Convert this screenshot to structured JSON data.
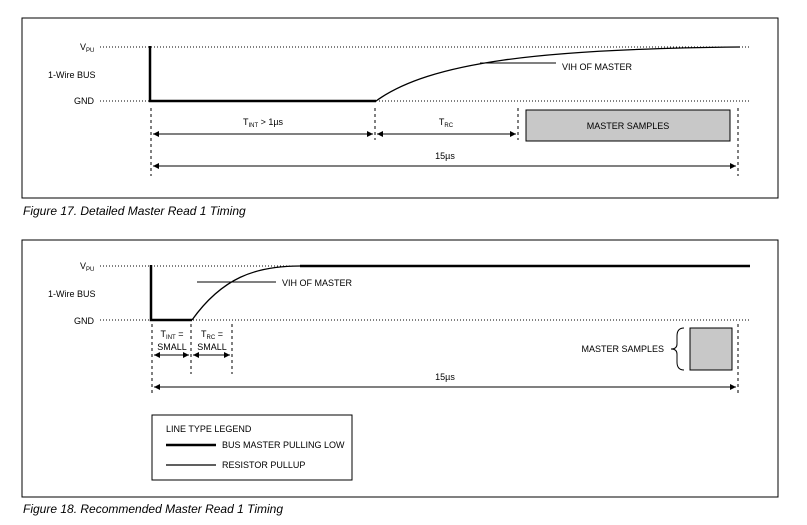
{
  "figure17": {
    "caption": "Figure 17. Detailed Master Read 1 Timing",
    "labels": {
      "vpu_main": "V",
      "vpu_sub": "PU",
      "bus": "1-Wire BUS",
      "gnd": "GND",
      "vih": "VIH OF MASTER",
      "tint_main": "T",
      "tint_sub": "INT",
      "tint_rest": " > 1µs",
      "trc_main": "T",
      "trc_sub": "RC",
      "samples": "MASTER SAMPLES",
      "duration": "15µs"
    }
  },
  "figure18": {
    "caption": "Figure 18. Recommended Master Read 1 Timing",
    "labels": {
      "vpu_main": "V",
      "vpu_sub": "PU",
      "bus": "1-Wire BUS",
      "gnd": "GND",
      "vih": "VIH OF MASTER",
      "tint_main": "T",
      "tint_sub": "INT",
      "tint_rest": " =",
      "tint_small": "SMALL",
      "trc_main": "T",
      "trc_sub": "RC",
      "trc_rest": " =",
      "trc_small": "SMALL",
      "samples": "MASTER SAMPLES",
      "duration": "15µs"
    },
    "legend": {
      "title": "LINE TYPE LEGEND",
      "items": [
        "BUS MASTER PULLING LOW",
        "RESISTOR PULLUP"
      ]
    }
  },
  "colors": {
    "sample_fill": "#c8c8c8",
    "line": "#000000"
  }
}
